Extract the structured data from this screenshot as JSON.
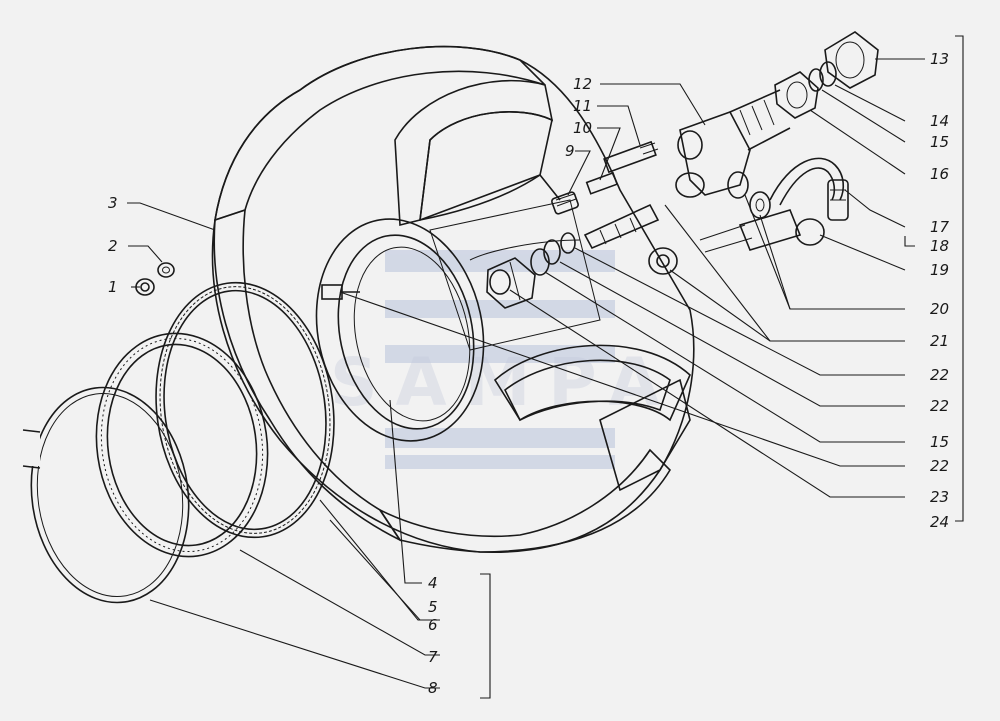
{
  "watermark": {
    "text": "SAMPA"
  },
  "callouts": {
    "n1": "1",
    "n2": "2",
    "n3": "3",
    "n4": "4",
    "n5": "5",
    "n6": "6",
    "n7": "7",
    "n8": "8",
    "n9": "9",
    "n10": "10",
    "n11": "11",
    "n12": "12",
    "n13": "13",
    "n14": "14",
    "n15a": "15",
    "n16": "16",
    "n17": "17",
    "n18": "18",
    "n19": "19",
    "n20": "20",
    "n21": "21",
    "n22a": "22",
    "n22b": "22",
    "n15b": "15",
    "n22c": "22",
    "n23": "23",
    "n24": "24"
  }
}
